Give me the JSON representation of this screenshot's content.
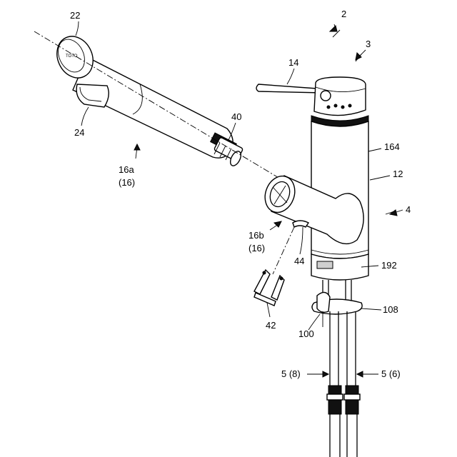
{
  "labels": {
    "l2": "2",
    "l3": "3",
    "l4": "4",
    "l5_8": "5 (8)",
    "l5_6": "5 (6)",
    "l12": "12",
    "l14": "14",
    "l16a": "16a",
    "l16a_sub": "(16)",
    "l16b": "16b",
    "l16b_sub": "(16)",
    "l22": "22",
    "l24": "24",
    "l40": "40",
    "l42": "42",
    "l44": "44",
    "l100": "100",
    "l108": "108",
    "l164": "164",
    "l192": "192"
  },
  "head_mark": "TOTO"
}
